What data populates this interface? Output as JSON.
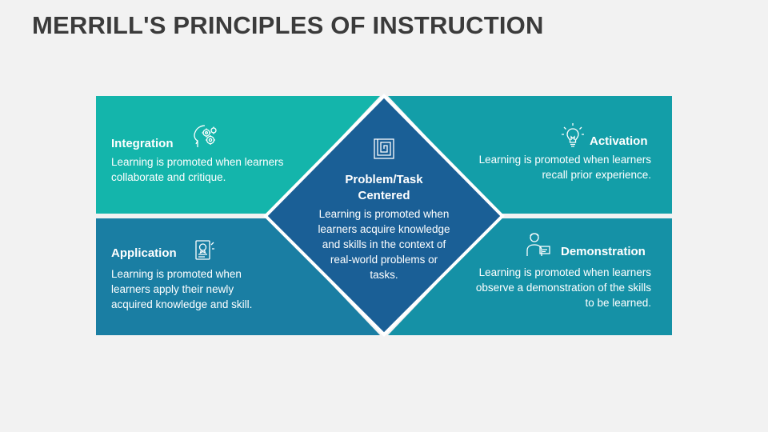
{
  "title": "MERRILL'S PRINCIPLES OF INSTRUCTION",
  "colors": {
    "top_left": "#14b5ab",
    "top_right": "#139ea8",
    "bottom_left": "#1a7ea3",
    "bottom_right": "#1591a6",
    "center": "#1a5f96"
  },
  "center": {
    "heading_line1": "Problem/Task",
    "heading_line2": "Centered",
    "description": "Learning is promoted when learners acquire knowledge and skills in the context of real-world problems or tasks.",
    "icon": "maze-icon"
  },
  "quadrants": {
    "integration": {
      "heading": "Integration",
      "description": "Learning is promoted when learners collaborate and critique.",
      "icon": "gears-head-icon"
    },
    "activation": {
      "heading": "Activation",
      "description": "Learning is promoted when learners recall prior experience.",
      "icon": "lightbulb-icon"
    },
    "application": {
      "heading": "Application",
      "description": "Learning is promoted when learners apply their newly acquired knowledge and skill.",
      "icon": "certificate-icon"
    },
    "demonstration": {
      "heading": "Demonstration",
      "description": "Learning is promoted when learners observe a demonstration of the skills to be learned.",
      "icon": "presenter-icon"
    }
  }
}
